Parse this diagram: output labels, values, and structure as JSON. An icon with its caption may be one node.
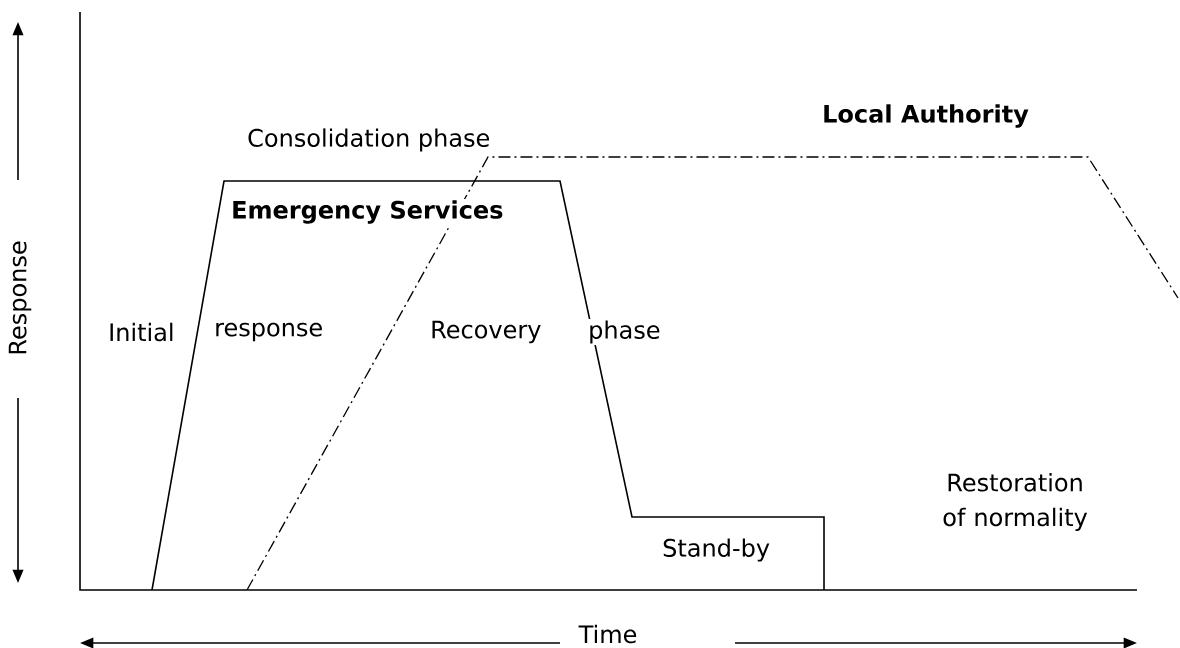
{
  "diagram": {
    "labels": [
      "Local Authority",
      "Consolidation phase",
      "Emergency Services",
      "Initial",
      "response",
      "Recovery",
      "phase",
      "Restoration of normality",
      "Stand-by",
      "Response",
      "Time"
    ]
  }
}
